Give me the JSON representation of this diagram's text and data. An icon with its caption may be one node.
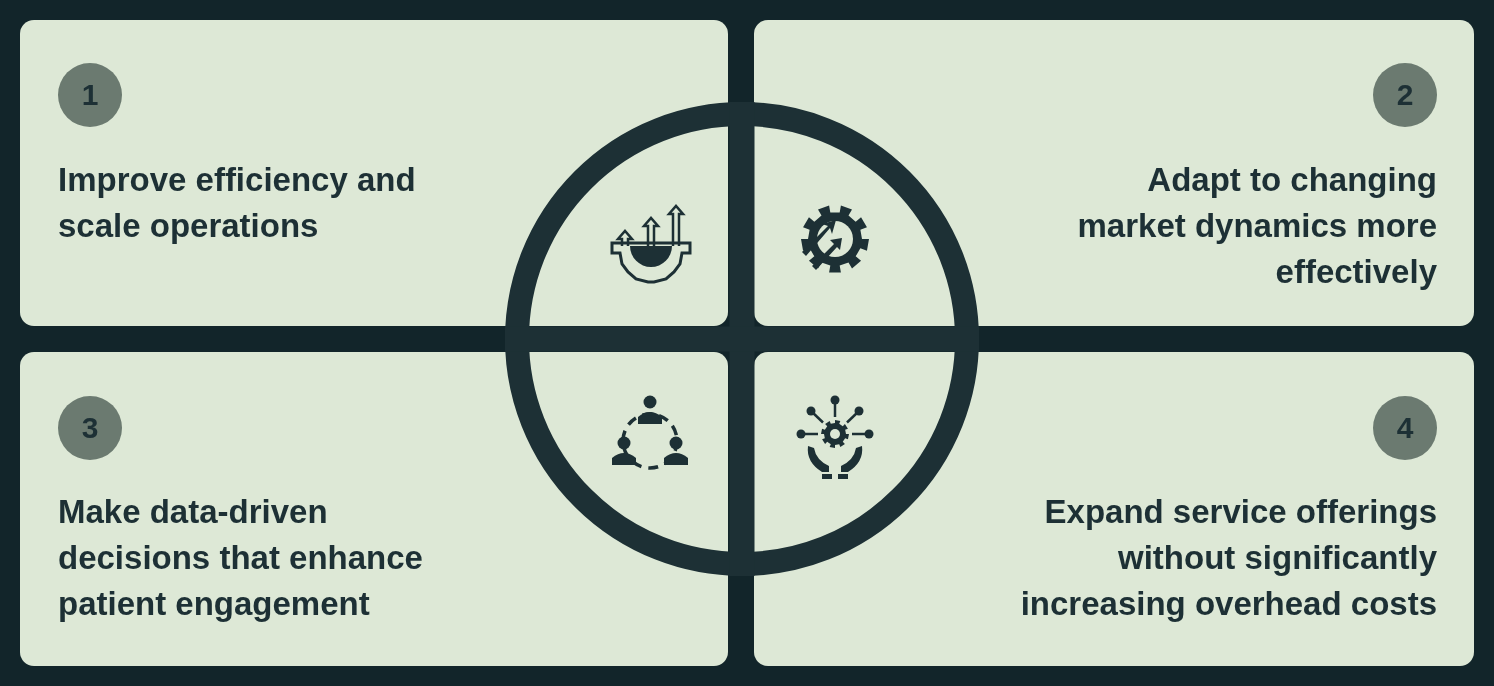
{
  "diagram": {
    "nodes": [
      {
        "text": [
          "Improve efficiency and scale operations"
        ]
      },
      {
        "text": [
          "1"
        ],
        "in": 0
      },
      {
        "text": [
          "Adapt to changing market dynamics more effectively"
        ]
      },
      {
        "text": [
          "2"
        ],
        "in": 2
      },
      {
        "text": [
          "Make data-driven decisions that enhance patient engagement"
        ]
      },
      {
        "text": [
          "3"
        ],
        "in": 4
      },
      {
        "text": [
          "Expand service offerings without significantly increasing overhead costs"
        ]
      },
      {
        "text": [
          "4"
        ],
        "in": 6
      }
    ]
  }
}
